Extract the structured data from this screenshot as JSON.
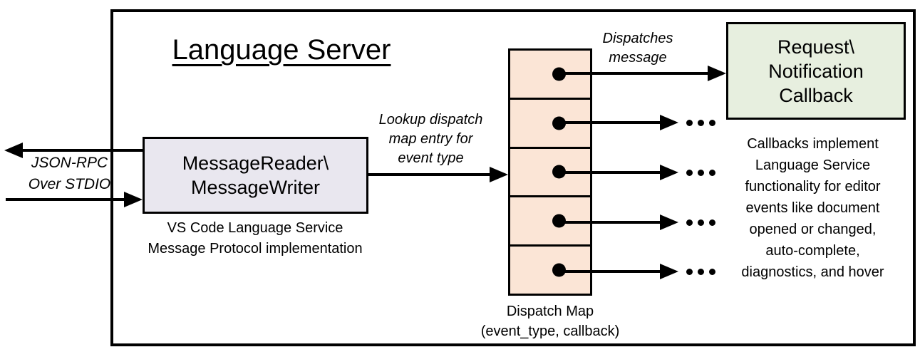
{
  "title": "Language Server",
  "io": {
    "label": "JSON-RPC\nOver STDIO"
  },
  "message_box": {
    "label": "MessageReader\\\nMessageWriter",
    "caption": "VS Code Language Service\nMessage Protocol implementation"
  },
  "lookup_arrow": {
    "label": "Lookup dispatch\nmap entry for\nevent type"
  },
  "dispatch_map": {
    "caption": "Dispatch Map\n(event_type, callback)",
    "cell_count": 5
  },
  "dispatch_arrow": {
    "label": "Dispatches\nmessage"
  },
  "callback_box": {
    "label": "Request\\\nNotification\nCallback"
  },
  "callbacks_note": "Callbacks implement\nLanguage Service\nfunctionality for editor\nevents like document\nopened or changed,\nauto-complete,\ndiagnostics, and hover",
  "colors": {
    "line_color": "#000000",
    "message_box_fill": "#e9e7ef",
    "dispatch_cell_fill": "#fbe5d6",
    "callback_box_fill": "#e7efdf"
  }
}
